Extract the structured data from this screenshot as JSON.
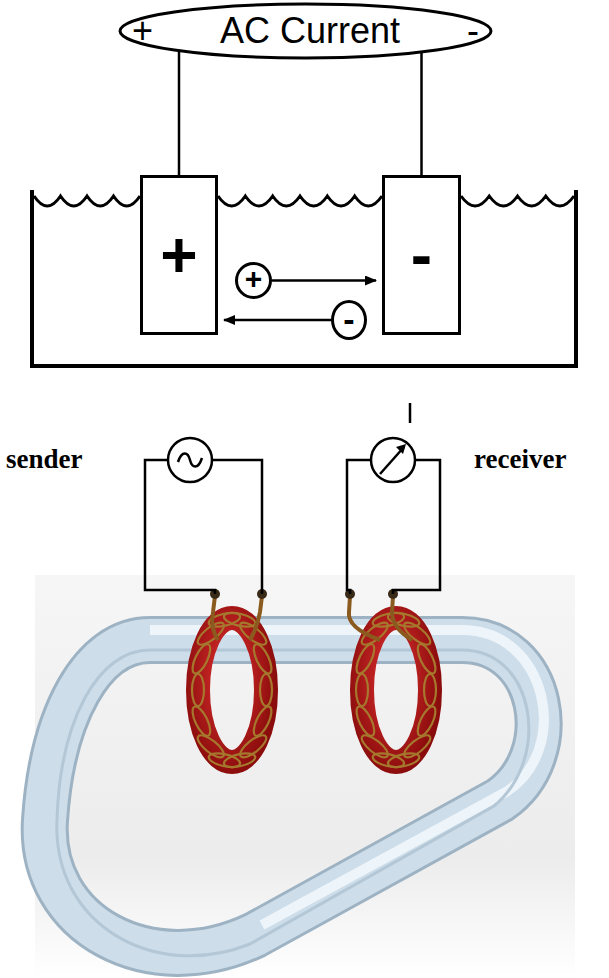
{
  "diagram": {
    "nodes": [
      {
        "text": [
          "+",
          "AC Current",
          "-"
        ]
      },
      {
        "text": [
          "+"
        ]
      },
      {
        "text": [
          "-"
        ]
      },
      {
        "text": [
          "+"
        ]
      },
      {
        "text": [
          "-"
        ]
      }
    ],
    "edges": [
      {
        "from": 0,
        "to": 1,
        "arrow": "none"
      },
      {
        "from": 0,
        "to": 2,
        "arrow": "none"
      },
      {
        "from": 3,
        "to": 2,
        "arrow": "to"
      },
      {
        "from": 4,
        "to": 1,
        "arrow": "to"
      }
    ],
    "labels": [
      "sender",
      "receiver"
    ]
  }
}
